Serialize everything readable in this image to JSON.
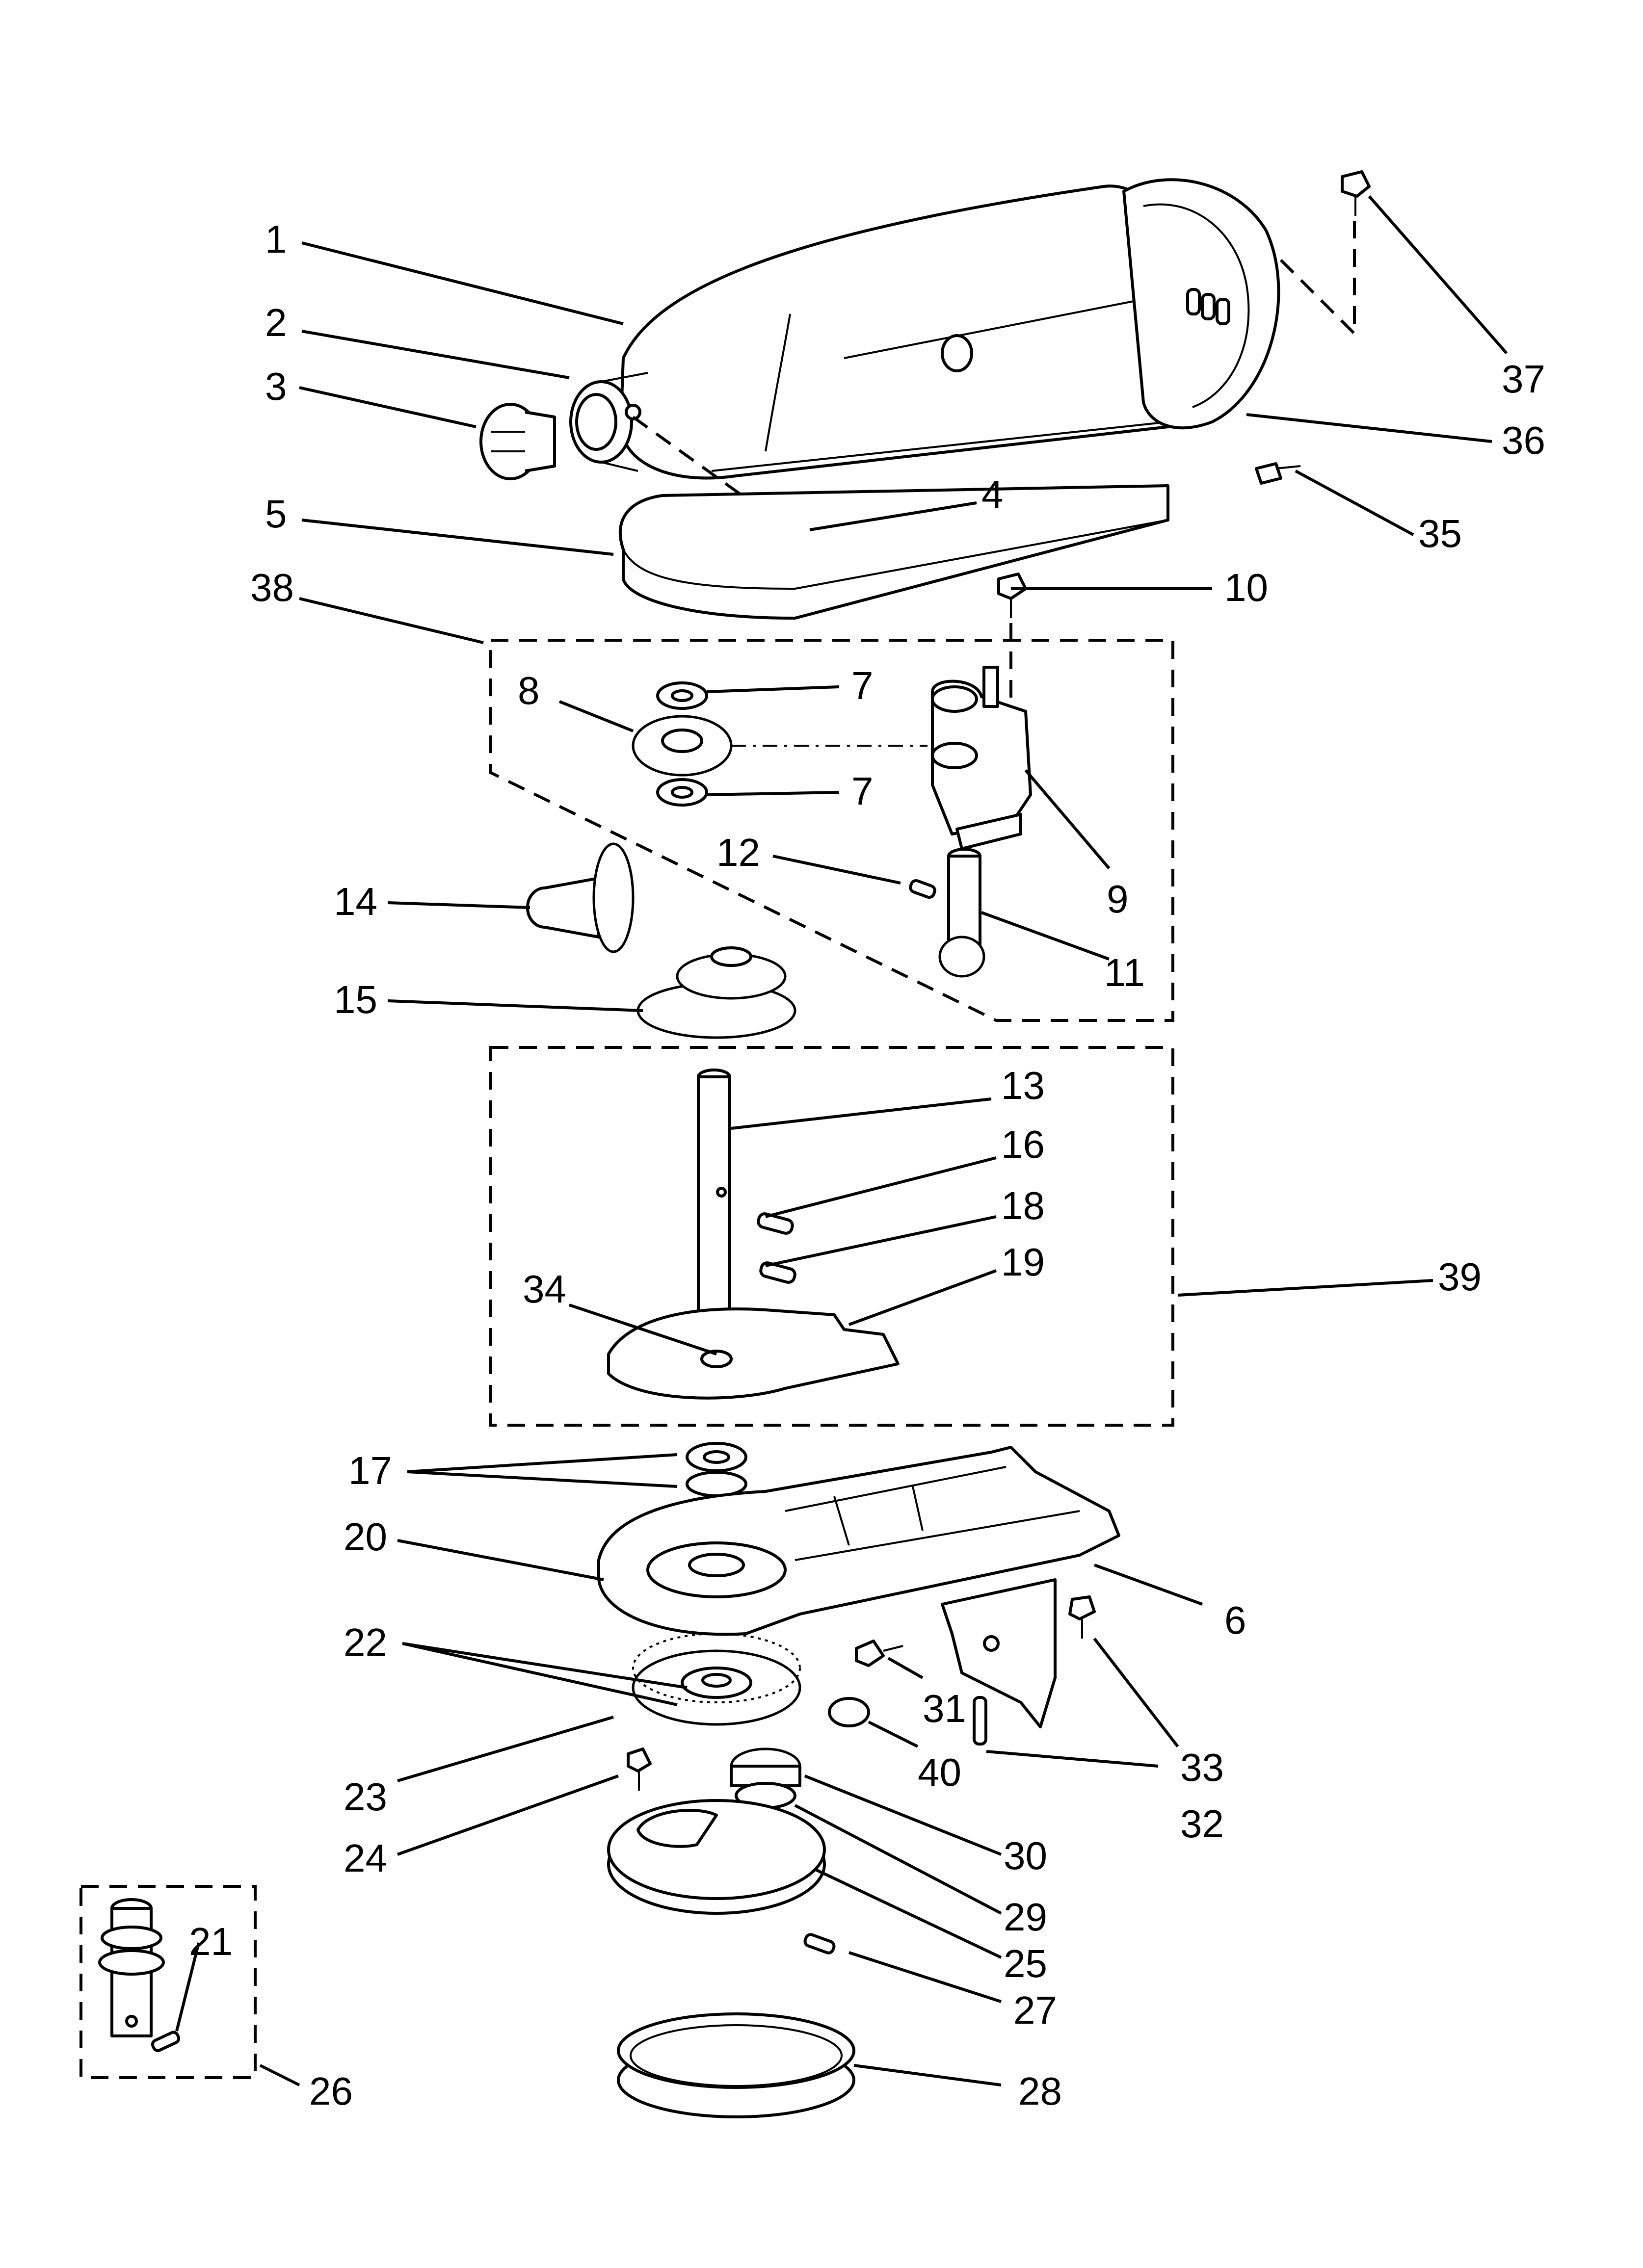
{
  "diagram": {
    "colors": {
      "line": "#000000",
      "background": "#ffffff"
    },
    "callouts": [
      {
        "id": "1",
        "label": "1"
      },
      {
        "id": "2",
        "label": "2"
      },
      {
        "id": "3",
        "label": "3"
      },
      {
        "id": "4",
        "label": "4"
      },
      {
        "id": "5",
        "label": "5"
      },
      {
        "id": "6",
        "label": "6"
      },
      {
        "id": "7a",
        "label": "7"
      },
      {
        "id": "7b",
        "label": "7"
      },
      {
        "id": "8",
        "label": "8"
      },
      {
        "id": "9",
        "label": "9"
      },
      {
        "id": "10",
        "label": "10"
      },
      {
        "id": "11",
        "label": "11"
      },
      {
        "id": "12",
        "label": "12"
      },
      {
        "id": "13",
        "label": "13"
      },
      {
        "id": "14",
        "label": "14"
      },
      {
        "id": "15",
        "label": "15"
      },
      {
        "id": "16",
        "label": "16"
      },
      {
        "id": "17",
        "label": "17"
      },
      {
        "id": "18",
        "label": "18"
      },
      {
        "id": "19",
        "label": "19"
      },
      {
        "id": "20",
        "label": "20"
      },
      {
        "id": "21",
        "label": "21"
      },
      {
        "id": "22",
        "label": "22"
      },
      {
        "id": "23",
        "label": "23"
      },
      {
        "id": "24",
        "label": "24"
      },
      {
        "id": "25",
        "label": "25"
      },
      {
        "id": "26",
        "label": "26"
      },
      {
        "id": "27",
        "label": "27"
      },
      {
        "id": "28",
        "label": "28"
      },
      {
        "id": "29",
        "label": "29"
      },
      {
        "id": "30",
        "label": "30"
      },
      {
        "id": "31",
        "label": "31"
      },
      {
        "id": "32",
        "label": "32"
      },
      {
        "id": "33",
        "label": "33"
      },
      {
        "id": "34",
        "label": "34"
      },
      {
        "id": "35",
        "label": "35"
      },
      {
        "id": "36",
        "label": "36"
      },
      {
        "id": "37",
        "label": "37"
      },
      {
        "id": "38",
        "label": "38"
      },
      {
        "id": "39",
        "label": "39"
      },
      {
        "id": "40",
        "label": "40"
      }
    ]
  }
}
